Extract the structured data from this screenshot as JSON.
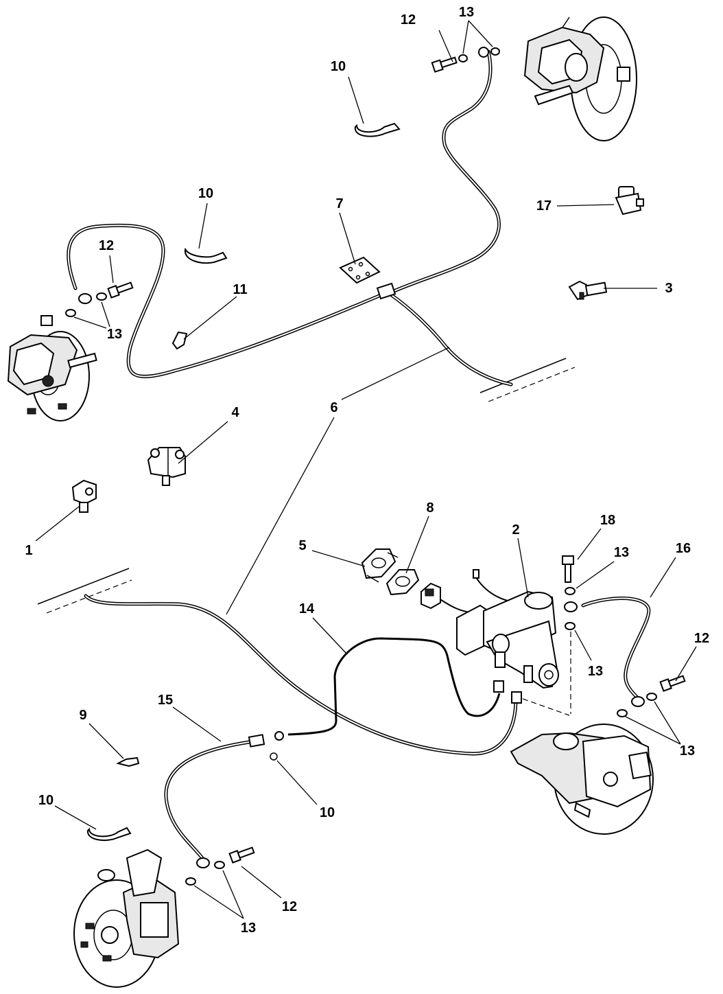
{
  "callouts": {
    "c1": "1",
    "c2": "2",
    "c3": "3",
    "c4": "4",
    "c5": "5",
    "c6": "6",
    "c7": "7",
    "c8": "8",
    "c9": "9",
    "c10a": "10",
    "c10b": "10",
    "c10c": "10",
    "c10d": "10",
    "c11": "11",
    "c12a": "12",
    "c12b": "12",
    "c12c": "12",
    "c12d": "12",
    "c13a": "13",
    "c13b": "13",
    "c13c": "13",
    "c13d": "13",
    "c13e": "13",
    "c13f": "13",
    "c14": "14",
    "c15": "15",
    "c16": "16",
    "c17": "17",
    "c18": "18"
  },
  "colors": {
    "line": "#000000",
    "background": "#ffffff"
  }
}
